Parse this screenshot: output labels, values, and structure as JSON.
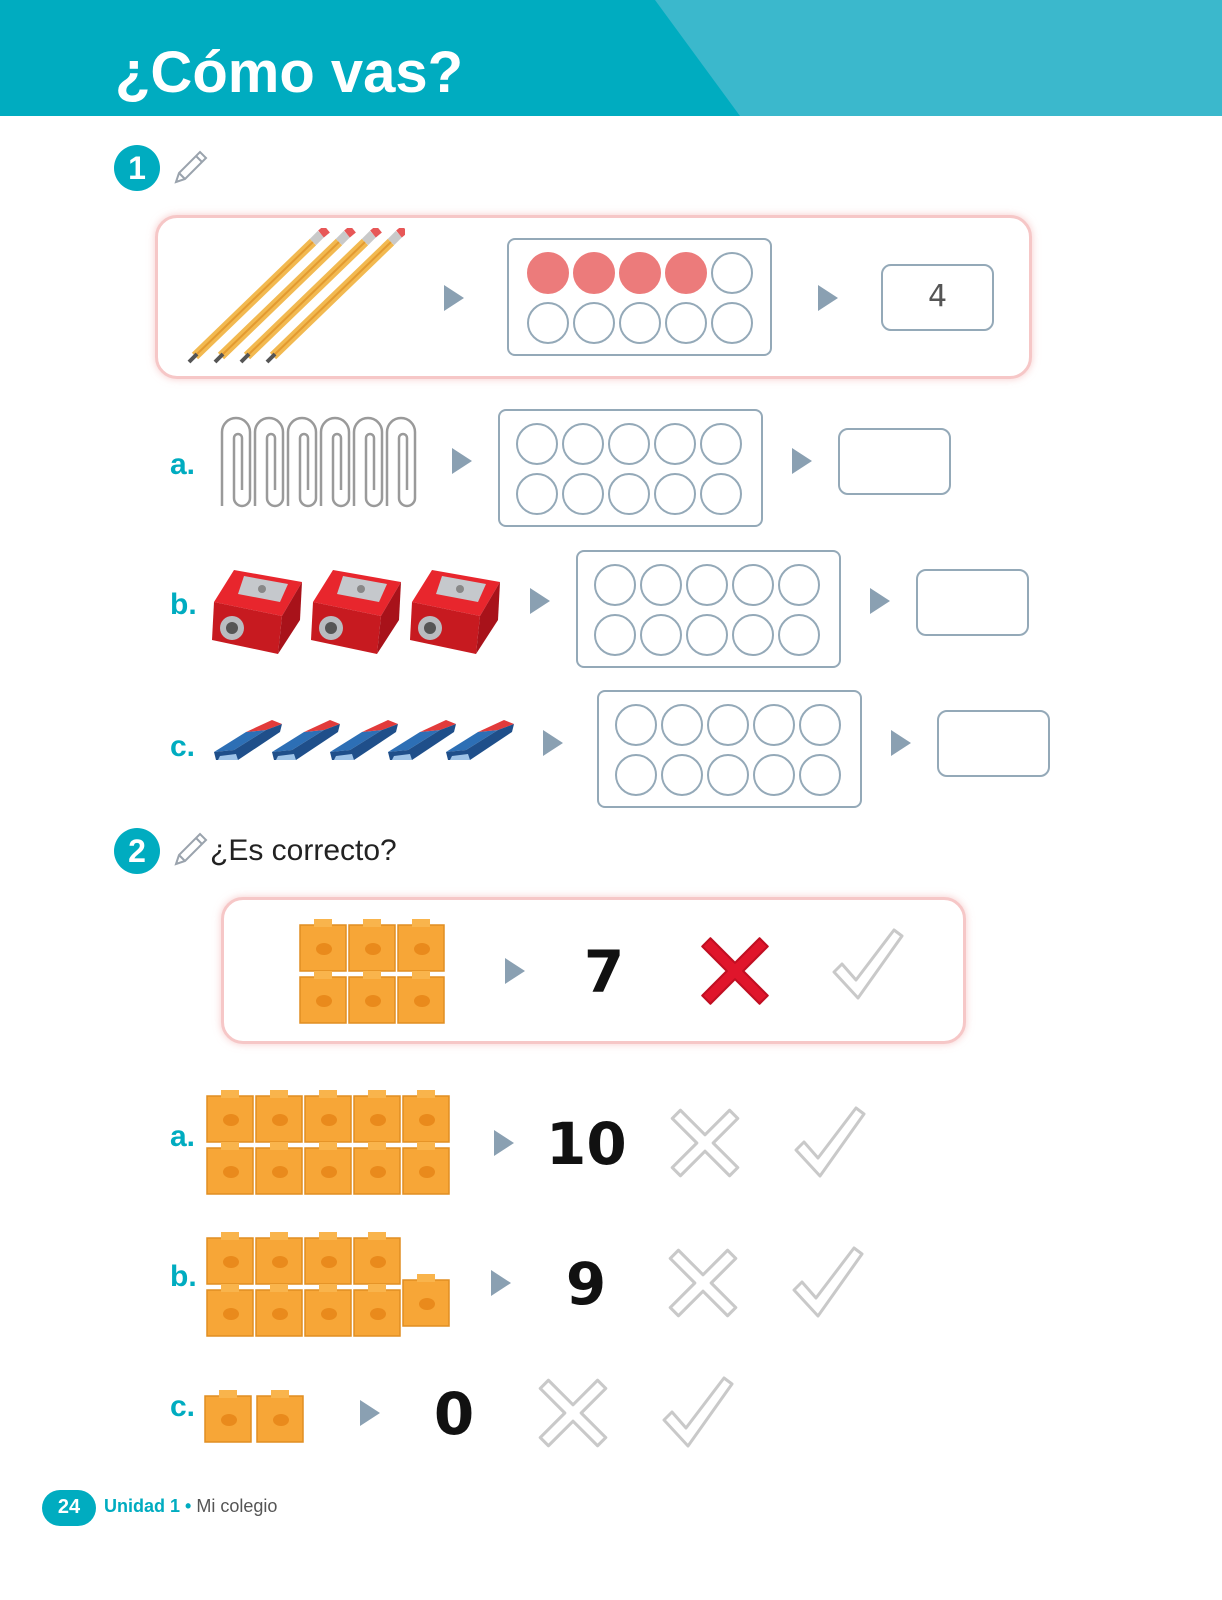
{
  "header": {
    "title": "¿Cómo vas?"
  },
  "colors": {
    "accent": "#00acc0",
    "filled_circle": "#ec7b7b",
    "wrong_mark": "#e0152b"
  },
  "exercise1": {
    "number": "1",
    "example": {
      "items": "pencils",
      "count": 4,
      "answer": "4",
      "filled_circles": 4
    },
    "items": [
      {
        "letter": "a.",
        "objects": "paper clips",
        "quantity": 6,
        "answer": ""
      },
      {
        "letter": "b.",
        "objects": "sharpeners",
        "quantity": 3,
        "answer": ""
      },
      {
        "letter": "c.",
        "objects": "erasers",
        "quantity": 5,
        "answer": ""
      }
    ]
  },
  "exercise2": {
    "number": "2",
    "question": "¿Es correcto?",
    "example": {
      "cubes": 6,
      "number": "7",
      "marked": "x"
    },
    "items": [
      {
        "letter": "a.",
        "cubes": 10,
        "number": "10"
      },
      {
        "letter": "b.",
        "cubes": 9,
        "number": "9"
      },
      {
        "letter": "c.",
        "cubes": 2,
        "number": "0"
      }
    ]
  },
  "footer": {
    "page": "24",
    "unit": "Unidad 1",
    "separator": "•",
    "chapter": "Mi colegio"
  }
}
